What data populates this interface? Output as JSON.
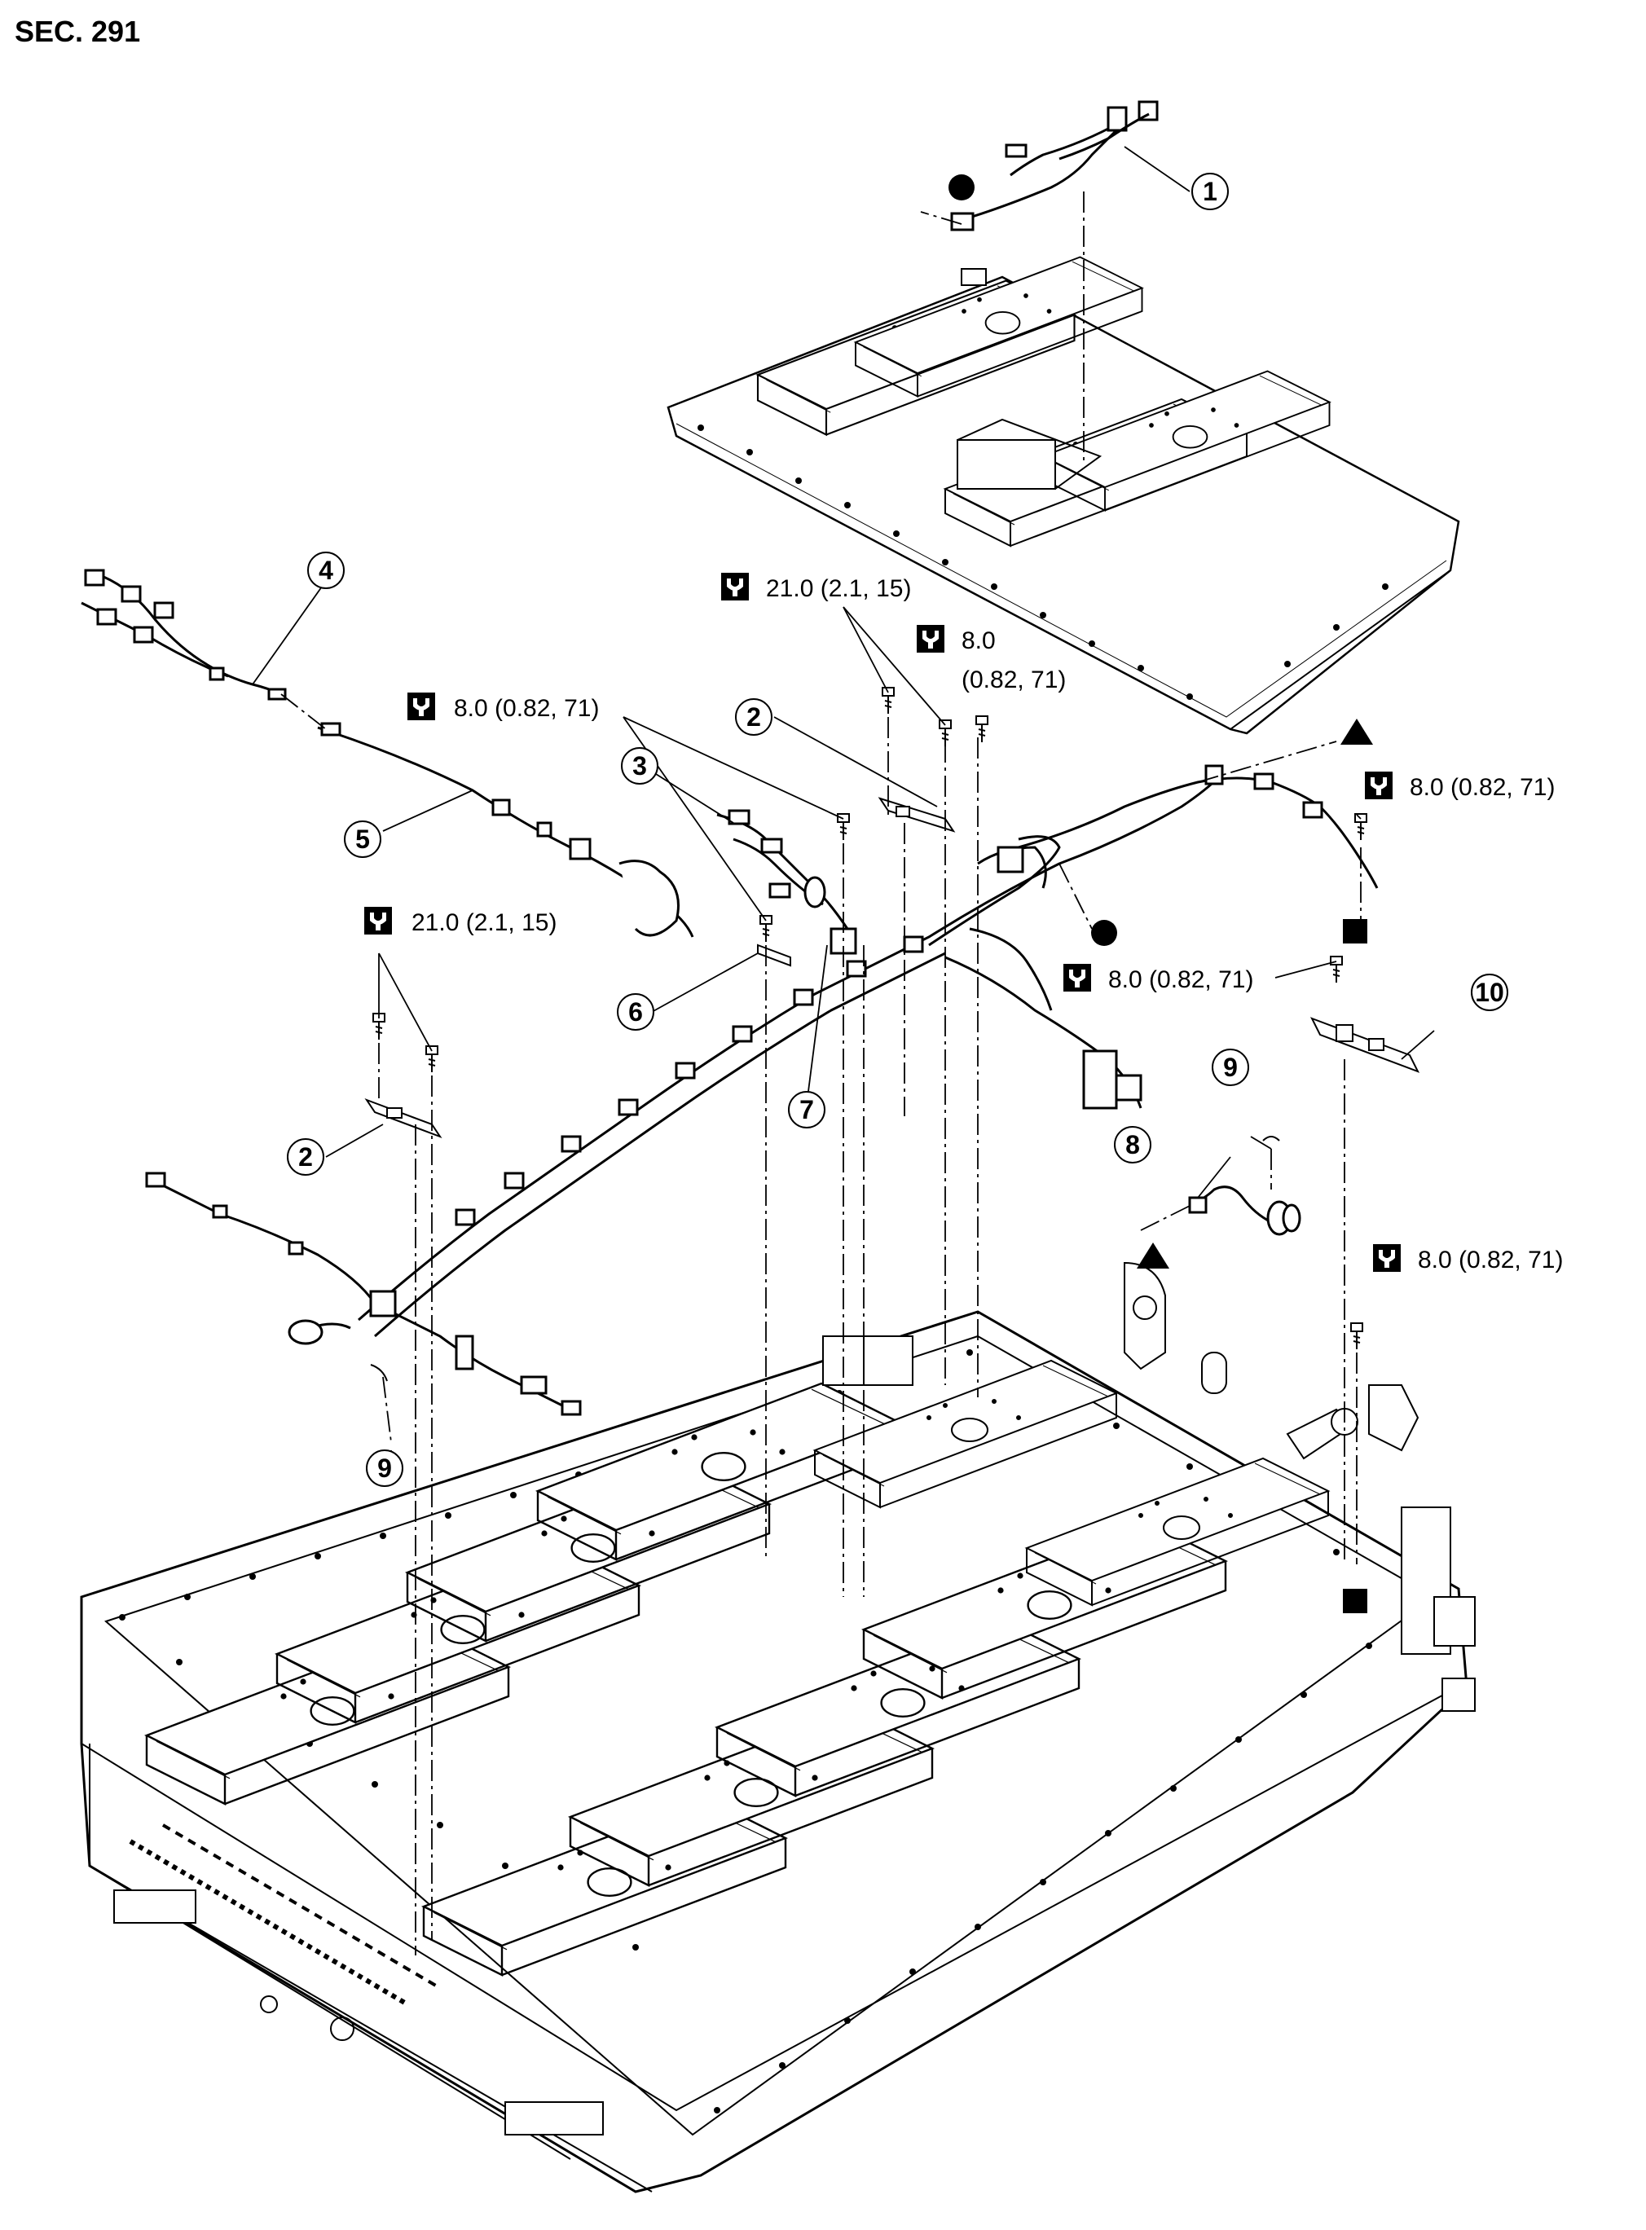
{
  "section_label": "SEC. 291",
  "colors": {
    "ink": "#000000",
    "paper": "#ffffff"
  },
  "torque_icon": "wrench-torque-icon",
  "torques": [
    {
      "id": "t1",
      "label": "21.0 (2.1, 15)"
    },
    {
      "id": "t2",
      "label": "8.0"
    },
    {
      "id": "t2b",
      "label": "(0.82, 71)"
    },
    {
      "id": "t3",
      "label": "8.0 (0.82, 71)"
    },
    {
      "id": "t4",
      "label": "8.0 (0.82, 71)"
    },
    {
      "id": "t5",
      "label": "21.0 (2.1, 15)"
    },
    {
      "id": "t6",
      "label": "8.0 (0.82, 71)"
    },
    {
      "id": "t7",
      "label": "8.0 (0.82, 71)"
    }
  ],
  "callouts": [
    {
      "id": "c1",
      "number": "1"
    },
    {
      "id": "c2a",
      "number": "2"
    },
    {
      "id": "c2b",
      "number": "2"
    },
    {
      "id": "c3",
      "number": "3"
    },
    {
      "id": "c4",
      "number": "4"
    },
    {
      "id": "c5",
      "number": "5"
    },
    {
      "id": "c6",
      "number": "6"
    },
    {
      "id": "c7",
      "number": "7"
    },
    {
      "id": "c8",
      "number": "8"
    },
    {
      "id": "c9a",
      "number": "9"
    },
    {
      "id": "c9b",
      "number": "9"
    },
    {
      "id": "c10",
      "number": "10"
    }
  ],
  "markers": [
    "filled-circle",
    "filled-circle",
    "filled-triangle",
    "filled-triangle",
    "filled-square",
    "filled-square"
  ]
}
